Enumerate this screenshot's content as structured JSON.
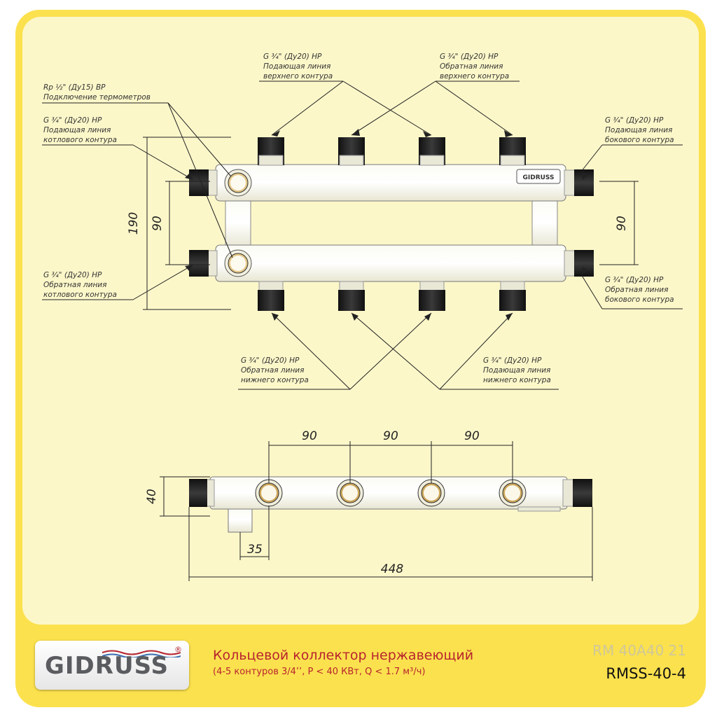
{
  "labels": {
    "thermo": {
      "l1": "Rp ½\" (Ду15) ВР",
      "l2": "Подключение термометров"
    },
    "boiler_supply": {
      "l1": "G ¾\" (Ду20) НР",
      "l2": "Подающая линия",
      "l3": "котлового контура"
    },
    "boiler_return": {
      "l1": "G ¾\" (Ду20) НР",
      "l2": "Обратная линия",
      "l3": "котлового контура"
    },
    "upper_supply": {
      "l1": "G ¾\" (Ду20) НР",
      "l2": "Подающая линия",
      "l3": "верхнего контура"
    },
    "upper_return": {
      "l1": "G ¾\" (Ду20) НР",
      "l2": "Обратная линия",
      "l3": "верхнего контура"
    },
    "side_supply": {
      "l1": "G ¾\" (Ду20) НР",
      "l2": "Подающая линия",
      "l3": "бокового контура"
    },
    "side_return": {
      "l1": "G ¾\" (Ду20) НР",
      "l2": "Обратная линия",
      "l3": "бокового контура"
    },
    "lower_return": {
      "l1": "G ¾\" (Ду20) НР",
      "l2": "Обратная линия",
      "l3": "нижнего контура"
    },
    "lower_supply": {
      "l1": "G ¾\" (Ду20) НР",
      "l2": "Подающая линия",
      "l3": "нижнего контура"
    }
  },
  "dims": {
    "h190": "190",
    "h90_left": "90",
    "h90_right": "90",
    "pitch1": "90",
    "pitch2": "90",
    "pitch3": "90",
    "d40": "40",
    "d35": "35",
    "d448": "448"
  },
  "body_logo": "GIDRUSS",
  "footer": {
    "logo": "GIDRUSS",
    "reg": "®",
    "title": "Кольцевой коллектор нержавеющий",
    "subtitle": "(4-5 контуров 3/4’’, P < 40 КВт, Q < 1.7 м³/ч)",
    "code1": "RM 40A40 21",
    "code2": "RMSS-40-4"
  },
  "colors": {
    "frame": "#fbe14e",
    "panel": "#fcf7c9",
    "accent": "#b8242e"
  }
}
